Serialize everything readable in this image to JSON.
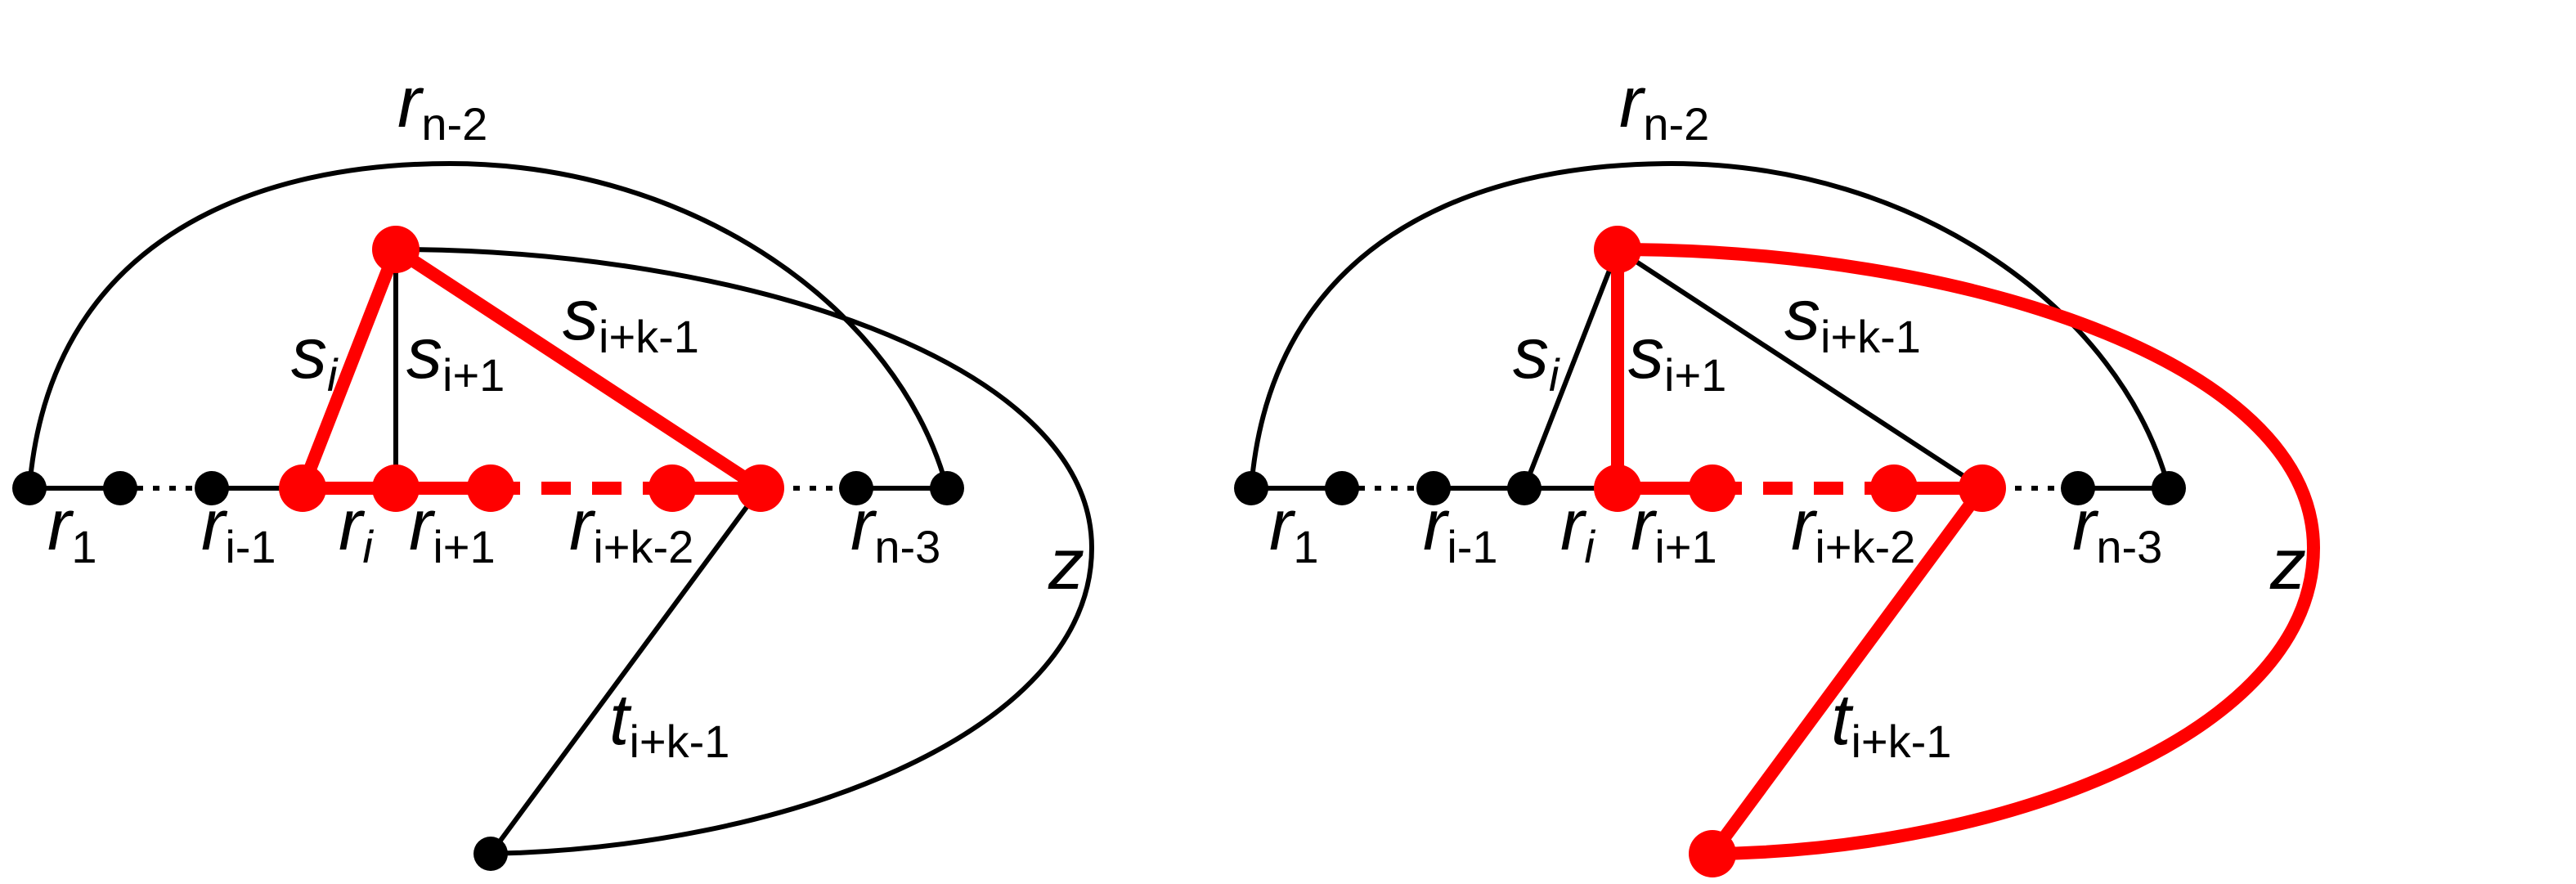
{
  "colors": {
    "black": "#000000",
    "highlight": "#ff0000"
  },
  "panels": [
    {
      "id": "left",
      "labels": {
        "r1": {
          "base": "r",
          "sub": "1"
        },
        "r_im1": {
          "base": "r",
          "sub": "i-1"
        },
        "r_i": {
          "base": "r",
          "sub": "i"
        },
        "r_ip1": {
          "base": "r",
          "sub": "i+1"
        },
        "r_ik2": {
          "base": "r",
          "sub": "i+k-2"
        },
        "r_n3": {
          "base": "r",
          "sub": "n-3"
        },
        "r_n2": {
          "base": "r",
          "sub": "n-2"
        },
        "s_i": {
          "base": "s",
          "sub": "i"
        },
        "s_ip1": {
          "base": "s",
          "sub": "i+1"
        },
        "s_ik1": {
          "base": "s",
          "sub": "i+k-1"
        },
        "t_ik1": {
          "base": "t",
          "sub": "i+k-1"
        },
        "z": {
          "base": "z",
          "sub": ""
        }
      }
    },
    {
      "id": "right",
      "labels": {
        "r1": {
          "base": "r",
          "sub": "1"
        },
        "r_im1": {
          "base": "r",
          "sub": "i-1"
        },
        "r_i": {
          "base": "r",
          "sub": "i"
        },
        "r_ip1": {
          "base": "r",
          "sub": "i+1"
        },
        "r_ik2": {
          "base": "r",
          "sub": "i+k-2"
        },
        "r_n3": {
          "base": "r",
          "sub": "n-3"
        },
        "r_n2": {
          "base": "r",
          "sub": "n-2"
        },
        "s_i": {
          "base": "s",
          "sub": "i"
        },
        "s_ip1": {
          "base": "s",
          "sub": "i+1"
        },
        "s_ik1": {
          "base": "s",
          "sub": "i+k-1"
        },
        "t_ik1": {
          "base": "t",
          "sub": "i+k-1"
        },
        "z": {
          "base": "z",
          "sub": ""
        }
      }
    }
  ]
}
